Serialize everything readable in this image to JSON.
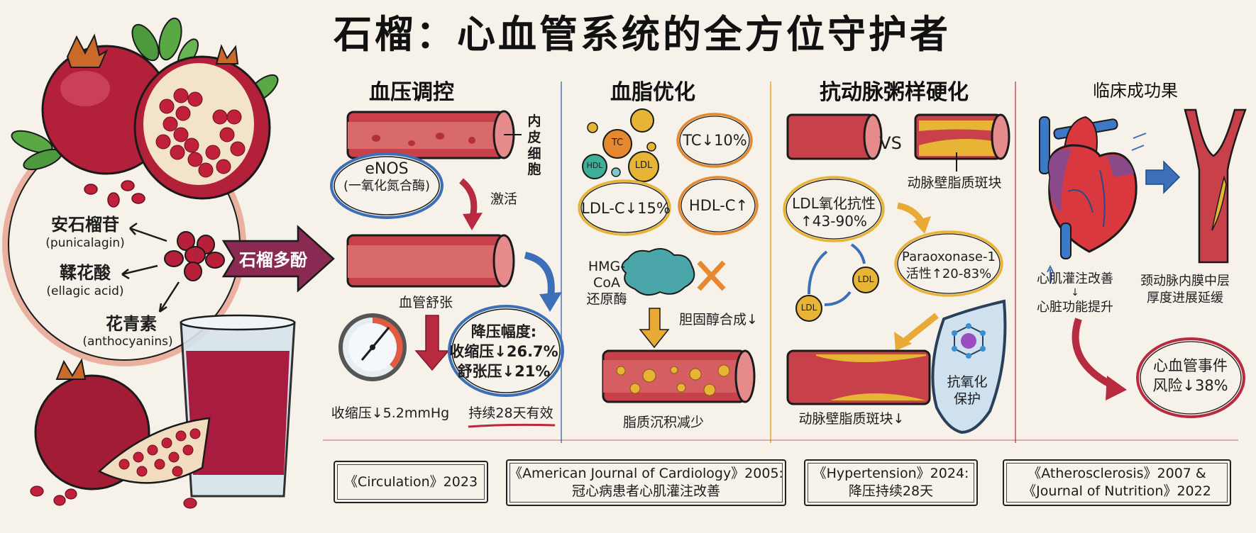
{
  "title": "石榴：心血管系统的全方位守护者",
  "colors": {
    "background": "#f6f2ea",
    "pomegranate_red": "#b3203a",
    "vessel_red": "#c8414a",
    "polyphenol_arrow": "#8a2a52",
    "blue_accent": "#3c6fb8",
    "orange_accent": "#e6892e",
    "yellow_accent": "#e8b436",
    "crimson_accent": "#b82a40"
  },
  "left_panel": {
    "compounds": [
      {
        "cn": "安石榴苷",
        "en": "(punicalagin)"
      },
      {
        "cn": "鞣花酸",
        "en": "(ellagic acid)"
      },
      {
        "cn": "花青素",
        "en": "(anthocyanins)"
      }
    ],
    "arrow_label": "石榴多酚"
  },
  "blood_pressure": {
    "title": "血压调控",
    "endothelial_label": "内皮细胞",
    "enos_line1": "eNOS",
    "enos_line2": "(一氧化氮合酶)",
    "activate_label": "激活",
    "dilation_label": "血管舒张",
    "reduction_title": "降压幅度:",
    "systolic_pct": "收缩压↓26.7%",
    "diastolic_pct": "舒张压↓21%",
    "systolic_mmhg": "收缩压↓5.2mmHg",
    "duration": "持续28天有效"
  },
  "lipids": {
    "title": "血脂优化",
    "particles": [
      "TC",
      "HDL",
      "LDL"
    ],
    "tc": "TC↓10%",
    "ldl": "LDL-C↓15%",
    "hdl": "HDL-C↑",
    "enzyme_label": [
      "HMG-",
      "CoA",
      "还原酶"
    ],
    "synthesis": "胆固醇合成↓",
    "deposit": "脂质沉积减少"
  },
  "atherosclerosis": {
    "title": "抗动脉粥样硬化",
    "vs": "VS",
    "plaque_label": "动脉壁脂质斑块",
    "ldl_ox_line1": "LDL氧化抗性",
    "ldl_ox_line2": "↑43-90%",
    "particle_label": "LDL",
    "pon1_line1": "Paraoxonase-1",
    "pon1_line2": "活性↑20-83%",
    "shield_label": [
      "抗氧化",
      "保护"
    ],
    "plaque_reduced": "动脉壁脂质斑块↓"
  },
  "clinical": {
    "title": "临床成功果",
    "myocardial_line1": "心肌灌注改善",
    "myocardial_arrow": "↓",
    "myocardial_line2": "心脏功能提升",
    "carotid_line1": "颈动脉内膜中层",
    "carotid_line2": "厚度进展延缓",
    "risk_line1": "心血管事件",
    "risk_line2": "风险↓38%"
  },
  "references": [
    {
      "line1": "《Circulation》2023",
      "line2": ""
    },
    {
      "line1": "《American Journal of Cardiology》2005:",
      "line2": "冠心病患者心肌灌注改善"
    },
    {
      "line1": "《Hypertension》2024:",
      "line2": "降压持续28天"
    },
    {
      "line1": "《Atherosclerosis》2007 &",
      "line2": "《Journal of Nutrition》2022"
    }
  ]
}
